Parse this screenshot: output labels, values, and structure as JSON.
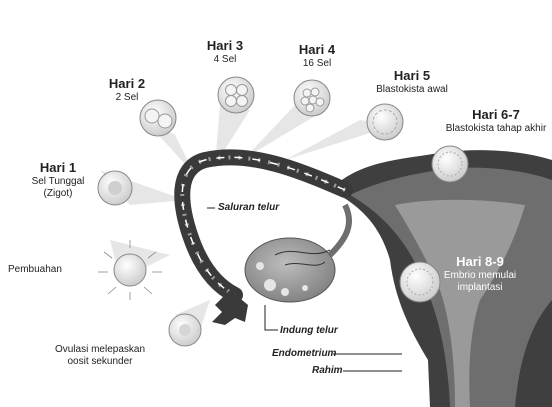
{
  "stages": [
    {
      "day": "Hari 1",
      "desc": "Sel Tunggal",
      "desc2": "(Zigot)"
    },
    {
      "day": "Hari 2",
      "desc": "2 Sel"
    },
    {
      "day": "Hari 3",
      "desc": "4 Sel"
    },
    {
      "day": "Hari 4",
      "desc": "16 Sel"
    },
    {
      "day": "Hari 5",
      "desc": "Blastokista awal"
    },
    {
      "day": "Hari 6-7",
      "desc": "Blastokista tahap akhir"
    },
    {
      "day": "Hari 8-9",
      "desc": "Embrio memulai",
      "desc2": "implantasi"
    }
  ],
  "side_labels": {
    "fertilization": "Pembuahan",
    "ovulation_1": "Ovulasi melepaskan",
    "ovulation_2": "oosit sekunder"
  },
  "anatomy": {
    "tube": "Saluran telur",
    "ovary": "Indung telur",
    "endometrium": "Endometrium",
    "uterus": "Rahim"
  },
  "colors": {
    "uterus_dark": "#3f3f3f",
    "uterus_mid": "#6e6e6e",
    "cavity": "#9a9a9a",
    "ray": "#e6e6e6",
    "cell": "#eeeeee"
  }
}
